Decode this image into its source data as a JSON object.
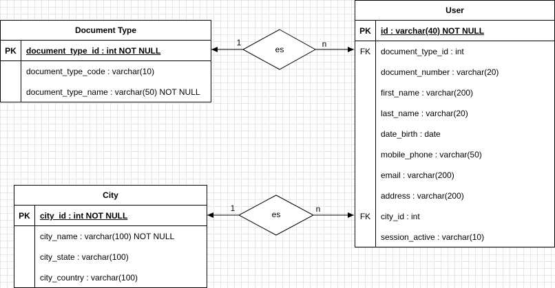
{
  "entities": {
    "document_type": {
      "title": "Document Type",
      "pk": {
        "key": "PK",
        "attr": "document_type_id : int NOT NULL"
      },
      "rows": [
        {
          "key": "",
          "attr": "document_type_code : varchar(10)"
        },
        {
          "key": "",
          "attr": "document_type_name : varchar(50) NOT NULL"
        }
      ]
    },
    "user": {
      "title": "User",
      "pk": {
        "key": "PK",
        "attr": "id : varchar(40) NOT NULL"
      },
      "rows": [
        {
          "key": "FK",
          "attr": "document_type_id : int"
        },
        {
          "key": "",
          "attr": "document_number : varchar(20)"
        },
        {
          "key": "",
          "attr": "first_name : varchar(200)"
        },
        {
          "key": "",
          "attr": "last_name : varchar(20)"
        },
        {
          "key": "",
          "attr": "date_birth : date"
        },
        {
          "key": "",
          "attr": "mobile_phone : varchar(50)"
        },
        {
          "key": "",
          "attr": "email : varchar(200)"
        },
        {
          "key": "",
          "attr": "address : varchar(200)"
        },
        {
          "key": "FK",
          "attr": "city_id : int"
        },
        {
          "key": "",
          "attr": "session_active : varchar(10)"
        }
      ]
    },
    "city": {
      "title": "City",
      "pk": {
        "key": "PK",
        "attr": "city_id : int NOT NULL"
      },
      "rows": [
        {
          "key": "",
          "attr": "city_name : varchar(100) NOT NULL"
        },
        {
          "key": "",
          "attr": "city_state : varchar(100)"
        },
        {
          "key": "",
          "attr": "city_country : varchar(100)"
        }
      ]
    }
  },
  "relationships": {
    "doc_user": {
      "label": "es",
      "left_card": "1",
      "right_card": "n"
    },
    "city_user": {
      "label": "es",
      "left_card": "1",
      "right_card": "n"
    }
  },
  "colors": {
    "line": "#000000",
    "fill": "#ffffff",
    "grid": "#e6e6e6"
  }
}
